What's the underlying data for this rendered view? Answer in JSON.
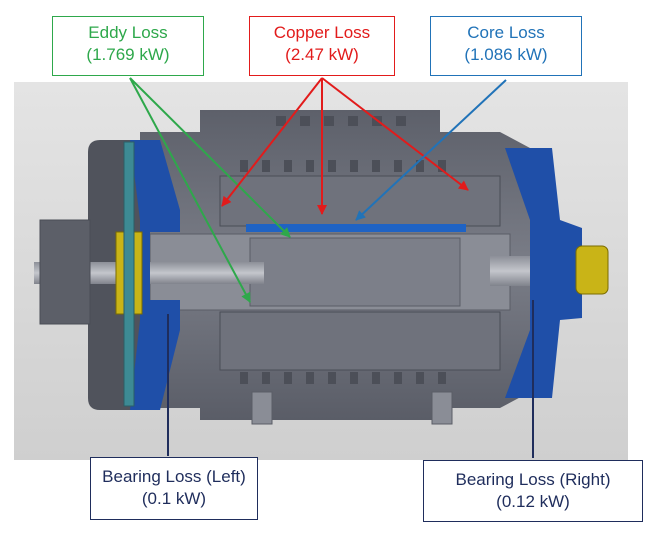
{
  "labels": {
    "eddy": {
      "name": "Eddy Loss",
      "value": "(1.769 kW)"
    },
    "copper": {
      "name": "Copper Loss",
      "value": "(2.47 kW)"
    },
    "core": {
      "name": "Core Loss",
      "value": "(1.086 kW)"
    },
    "bearing_left": {
      "name": "Bearing Loss (Left)",
      "value": "(0.1 kW)"
    },
    "bearing_right": {
      "name": "Bearing Loss (Right)",
      "value": "(0.12 kW)"
    }
  },
  "colors": {
    "eddy": "#2ea84b",
    "copper": "#e21b1b",
    "core": "#2173b8",
    "bearing": "#1f2d5c",
    "housing_blue": "#1f4fa8",
    "bearing_yellow": "#c9b417",
    "motor_gray": "#6b6e78",
    "background_panel": "#d9d9d9"
  }
}
